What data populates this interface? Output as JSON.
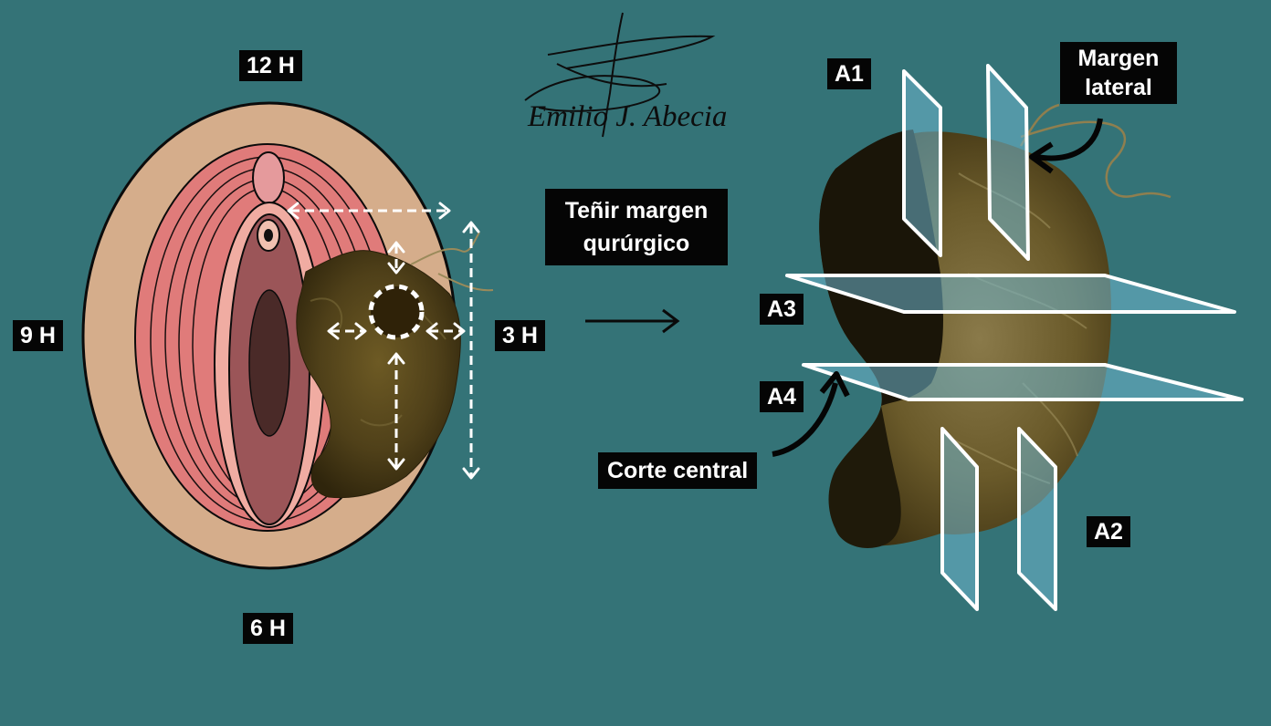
{
  "clock_labels": {
    "top": "12 H",
    "left": "9 H",
    "right": "3 H",
    "bottom": "6 H"
  },
  "step_label": {
    "line1": "Teñir margen",
    "line2": "qurúrgico"
  },
  "sections": {
    "a1": "A1",
    "a2": "A2",
    "a3": "A3",
    "a4": "A4"
  },
  "callouts": {
    "lateral_margin_line1": "Margen",
    "lateral_margin_line2": "lateral",
    "central_cut": "Corte central"
  },
  "signature": "Emilio J. Abecia",
  "colors": {
    "background": "#347377",
    "label_bg": "#050505",
    "outer_ring": "#d5ad8b",
    "labia_pink": "#e07b7a",
    "tissue_brown": "#4d3e16",
    "plane_fill": "#6fb7d0"
  }
}
